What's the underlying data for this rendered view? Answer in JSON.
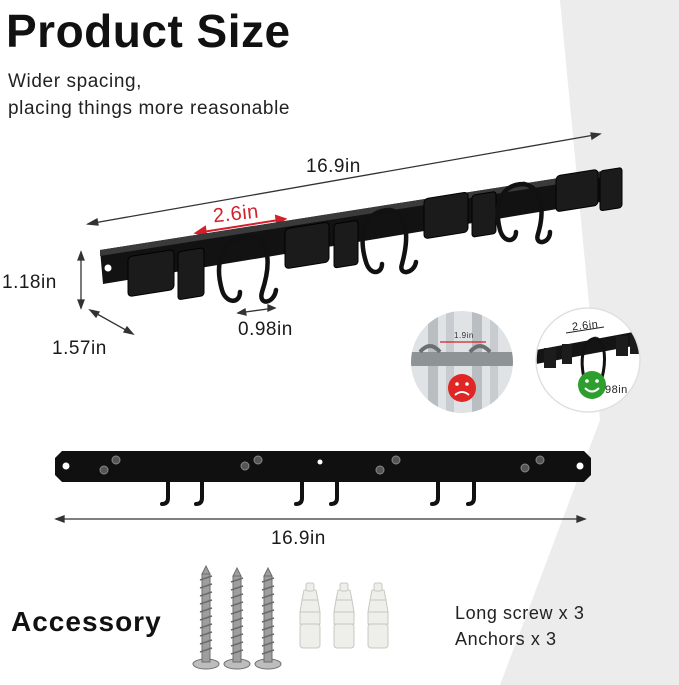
{
  "title": "Product Size",
  "subtitle_lines": [
    "Wider spacing,",
    "placing things more reasonable"
  ],
  "dimensions": {
    "length_top": "16.9in",
    "spacing": "2.6in",
    "height": "1.18in",
    "depth": "1.57in",
    "hook_gap": "0.98in",
    "length_bottom": "16.9in"
  },
  "comparison": {
    "bad_spacing": "1.9in",
    "good_spacing": "2.6in",
    "good_partial": "98in"
  },
  "accessory": {
    "title": "Accessory",
    "items": [
      "Long screw x 3",
      "Anchors x 3"
    ]
  },
  "colors": {
    "rack": "#111111",
    "accent_red": "#d4202a",
    "sad_face": "#e02525",
    "happy_face": "#2e9e2e",
    "backdrop": "#e9e9e9"
  }
}
